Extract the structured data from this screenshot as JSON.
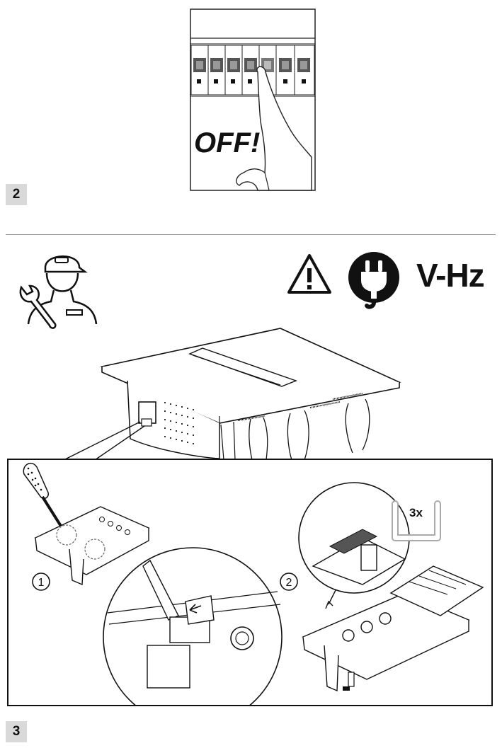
{
  "panel_off": {
    "text": "OFF!"
  },
  "step2": {
    "number": "2"
  },
  "warning": {
    "voltage_label": "V-Hz"
  },
  "step3": {
    "number": "3",
    "sub1": "1",
    "sub2": "2",
    "bracket_count": "3x"
  }
}
